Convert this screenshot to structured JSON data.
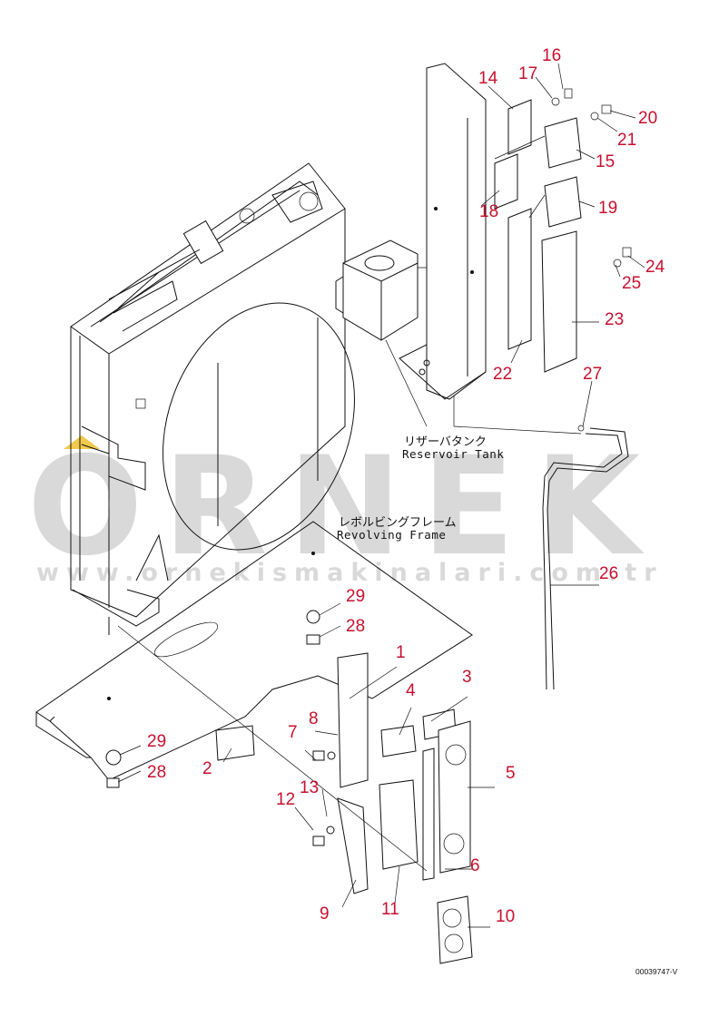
{
  "diagram": {
    "labels": {
      "reservoir_jp": "リザーバタンク",
      "reservoir_en": "Reservoir Tank",
      "frame_jp": "レボルビングフレーム",
      "frame_en": "Revolving Frame"
    },
    "drawing_code": "00039747-V",
    "watermark": {
      "brand": "ORNEK",
      "url": "www.ornekismakinalari.com.tr"
    },
    "callout_color": "#c8102e",
    "callouts": [
      "1",
      "2",
      "3",
      "4",
      "5",
      "6",
      "7",
      "8",
      "9",
      "10",
      "11",
      "12",
      "13",
      "14",
      "15",
      "16",
      "17",
      "18",
      "19",
      "20",
      "21",
      "22",
      "23",
      "24",
      "25",
      "26",
      "27",
      "28",
      "29",
      "28",
      "29"
    ]
  }
}
